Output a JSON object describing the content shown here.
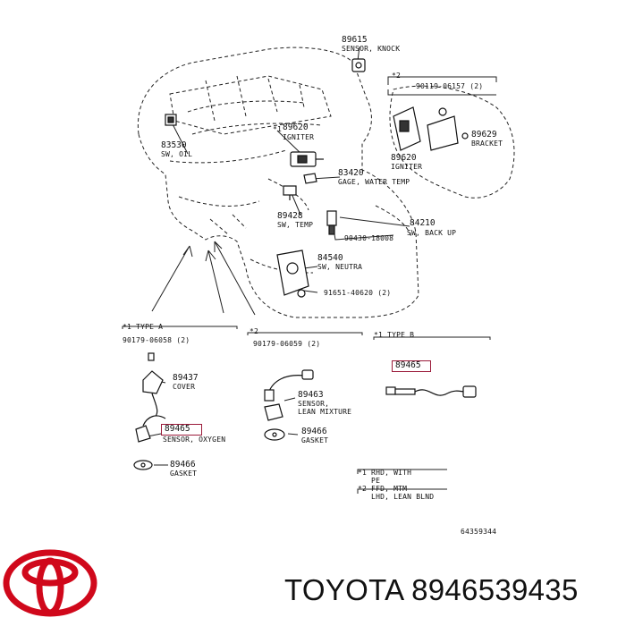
{
  "brand": {
    "text": "TOYOTA 8946539435",
    "logo_color": "#d0081b"
  },
  "highlight_color": "#9b1b3a",
  "labels": {
    "p89615_num": "89615",
    "p89615_desc": "SENSOR, KNOCK",
    "star2_top": "*2",
    "p90119_top": "90119-06157 (2)",
    "star1_89620": "*1",
    "p89620_num": "89620",
    "p89620_desc": "IGNITER",
    "p89629_num": "89629",
    "p89629_desc": "BRACKET",
    "p89620b_num": "89620",
    "p89620b_desc": "IGNITER",
    "p83530_num": "83530",
    "p83530_desc": "SW, OIL",
    "p83420_num": "83420",
    "p83420_desc": "GAGE, WATER TEMP",
    "p89428_num": "89428",
    "p89428_desc": "SW, TEMP",
    "p84210_num": "84210",
    "p84210_desc": "SW, BACK UP",
    "p90430_num": "90430-18008",
    "p84540_num": "84540",
    "p84540_desc": "SW, NEUTRA",
    "p91651_num": "91651-40620 (2)",
    "typeA": "*1 TYPE A",
    "star2_mid": "*2",
    "typeB": "*1 TYPE B",
    "p90179a": "90179-06058 (2)",
    "p90179b": "90179-06059 (2)",
    "p89437_num": "89437",
    "p89437_desc": "COVER",
    "p89465_num": "89465",
    "p89463_num": "89463",
    "p89463_desc": "SENSOR,\nLEAN MIXTURE",
    "p89466b_num": "89466",
    "p89466b_desc": "GASKET",
    "p89465a_num": "89465",
    "p89465a_desc": "SENSOR, OXYGEN",
    "p89466a_num": "89466",
    "p89466a_desc": "GASKET",
    "note1": "*1 RHD, WITH\n   PE",
    "note2": "*2 FFD, MTM\n   LHD, LEAN BLND",
    "code": "64359344"
  }
}
